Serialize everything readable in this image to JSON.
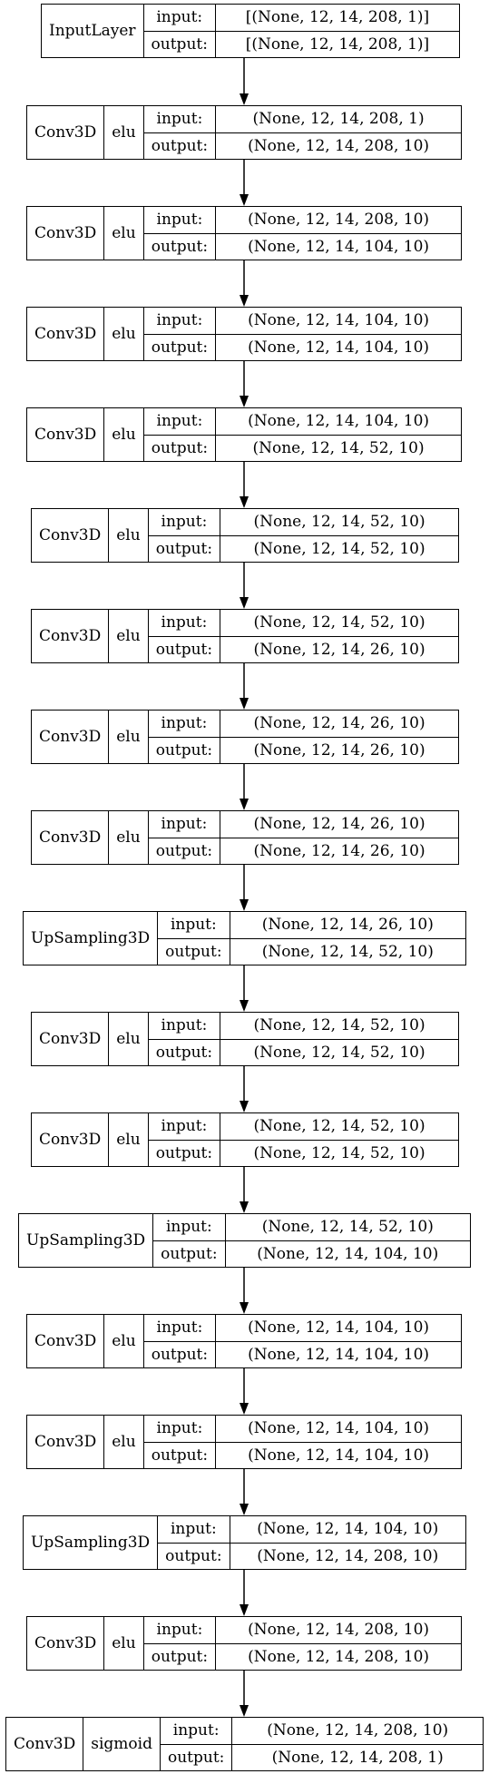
{
  "labels": {
    "input": "input:",
    "output": "output:"
  },
  "layers": [
    {
      "name": "InputLayer",
      "activation": "",
      "input": "[(None, 12, 14, 208, 1)]",
      "output": "[(None, 12, 14, 208, 1)]"
    },
    {
      "name": "Conv3D",
      "activation": "elu",
      "input": "(None, 12, 14, 208, 1)",
      "output": "(None, 12, 14, 208, 10)"
    },
    {
      "name": "Conv3D",
      "activation": "elu",
      "input": "(None, 12, 14, 208, 10)",
      "output": "(None, 12, 14, 104, 10)"
    },
    {
      "name": "Conv3D",
      "activation": "elu",
      "input": "(None, 12, 14, 104, 10)",
      "output": "(None, 12, 14, 104, 10)"
    },
    {
      "name": "Conv3D",
      "activation": "elu",
      "input": "(None, 12, 14, 104, 10)",
      "output": "(None, 12, 14, 52, 10)"
    },
    {
      "name": "Conv3D",
      "activation": "elu",
      "input": "(None, 12, 14, 52, 10)",
      "output": "(None, 12, 14, 52, 10)"
    },
    {
      "name": "Conv3D",
      "activation": "elu",
      "input": "(None, 12, 14, 52, 10)",
      "output": "(None, 12, 14, 26, 10)"
    },
    {
      "name": "Conv3D",
      "activation": "elu",
      "input": "(None, 12, 14, 26, 10)",
      "output": "(None, 12, 14, 26, 10)"
    },
    {
      "name": "Conv3D",
      "activation": "elu",
      "input": "(None, 12, 14, 26, 10)",
      "output": "(None, 12, 14, 26, 10)"
    },
    {
      "name": "UpSampling3D",
      "activation": "",
      "input": "(None, 12, 14, 26, 10)",
      "output": "(None, 12, 14, 52, 10)"
    },
    {
      "name": "Conv3D",
      "activation": "elu",
      "input": "(None, 12, 14, 52, 10)",
      "output": "(None, 12, 14, 52, 10)"
    },
    {
      "name": "Conv3D",
      "activation": "elu",
      "input": "(None, 12, 14, 52, 10)",
      "output": "(None, 12, 14, 52, 10)"
    },
    {
      "name": "UpSampling3D",
      "activation": "",
      "input": "(None, 12, 14, 52, 10)",
      "output": "(None, 12, 14, 104, 10)"
    },
    {
      "name": "Conv3D",
      "activation": "elu",
      "input": "(None, 12, 14, 104, 10)",
      "output": "(None, 12, 14, 104, 10)"
    },
    {
      "name": "Conv3D",
      "activation": "elu",
      "input": "(None, 12, 14, 104, 10)",
      "output": "(None, 12, 14, 104, 10)"
    },
    {
      "name": "UpSampling3D",
      "activation": "",
      "input": "(None, 12, 14, 104, 10)",
      "output": "(None, 12, 14, 208, 10)"
    },
    {
      "name": "Conv3D",
      "activation": "elu",
      "input": "(None, 12, 14, 208, 10)",
      "output": "(None, 12, 14, 208, 10)"
    },
    {
      "name": "Conv3D",
      "activation": "sigmoid",
      "input": "(None, 12, 14, 208, 10)",
      "output": "(None, 12, 14, 208, 1)"
    }
  ]
}
